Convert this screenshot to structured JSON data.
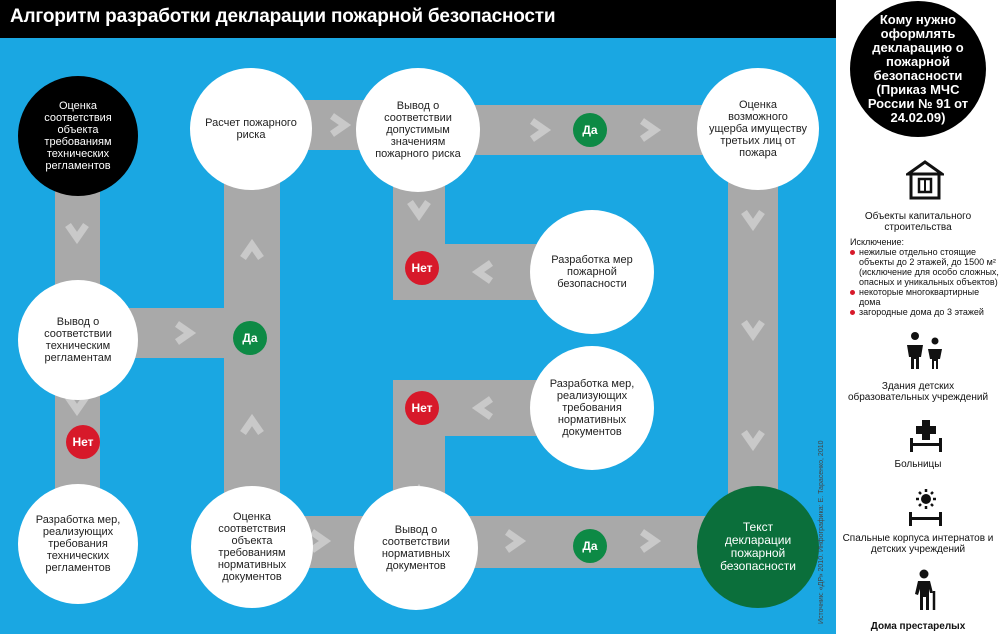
{
  "title": "Алгоритм разработки декларации пожарной безопасности",
  "nodes": {
    "n1": "Оценка соответствия объекта требованиям технических регламентов",
    "n2": "Вывод о соответствии техническим регламентам",
    "n3": "Разработка мер, реализующих требования технических регламентов",
    "n4": "Расчет пожарного риска",
    "n5": "Оценка соответствия объекта требованиям нормативных документов",
    "n6": "Вывод о соответствии допустимым значениям пожарного риска",
    "n7": "Разработка мер пожарной безопасности",
    "n8": "Разработка мер, реализующих требования нормативных документов",
    "n9": "Вывод о соответствии нормативных документов",
    "n10": "Оценка возможного ущерба имуществу третьих лиц от пожара",
    "n11": "Текст декларации пожарной безопасности"
  },
  "badges": {
    "yes": "Да",
    "no": "Нет"
  },
  "source": "Источник: «ДР» 2010. Инфографика: Е. Тарасенко, 2010",
  "sidebar": {
    "header": "Кому нужно оформлять декларацию о пожарной безопасности (Приказ МЧС России № 91 от 24.02.09)",
    "item1": "Объекты капитального строительства",
    "exception_title": "Исключение:",
    "exceptions": [
      "нежилые отдельно стоящие объекты до 2 этажей, до 1500 м² (исключение для особо сложных, опасных и уникальных объектов)",
      "некоторые многоквартирные дома",
      "загородные дома до 3 этажей"
    ],
    "item2": "Здания детских образовательных учреждений",
    "item3": "Больницы",
    "item4": "Спальные корпуса интернатов и детских учреждений",
    "item5": "Дома престарелых"
  },
  "icons": {
    "building": "building-icon",
    "children": "children-icon",
    "hospital": "hospital-bed-icon",
    "dormitory": "dormitory-bed-icon",
    "elderly": "elderly-person-icon"
  },
  "colors": {
    "background": "#1aa7e2",
    "path": "#a9a9a9",
    "chevron": "#c9c9c9",
    "yes": "#0d8a45",
    "no": "#d7192a",
    "final": "#0b6f3b"
  }
}
